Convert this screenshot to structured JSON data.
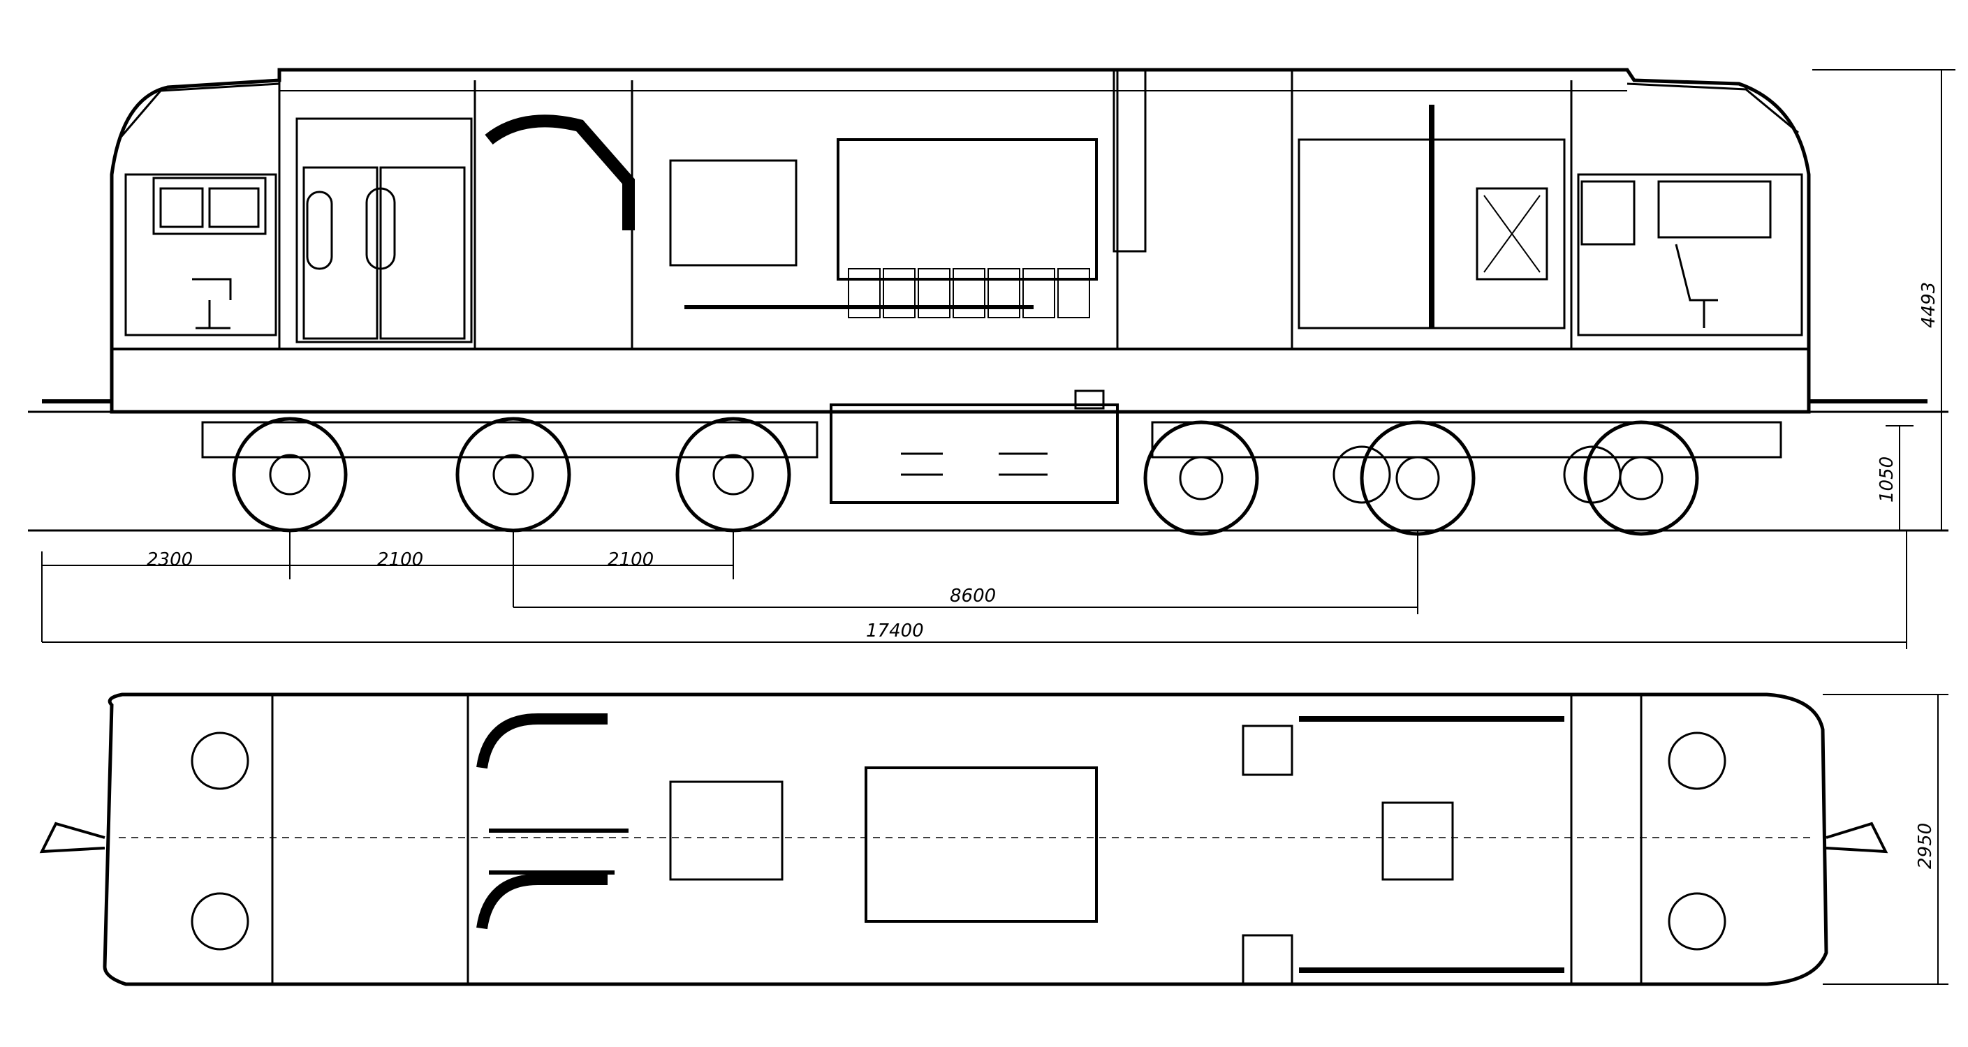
{
  "diagram": {
    "line_color": "#000000",
    "background_color": "#ffffff",
    "views": [
      "side-elevation",
      "plan-view"
    ],
    "dimensions": {
      "d_2300": "2300",
      "d_2100_a": "2100",
      "d_2100_b": "2100",
      "d_8600": "8600",
      "d_17400": "17400",
      "d_4493": "4493",
      "d_1050": "1050",
      "d_2950": "2950"
    }
  }
}
